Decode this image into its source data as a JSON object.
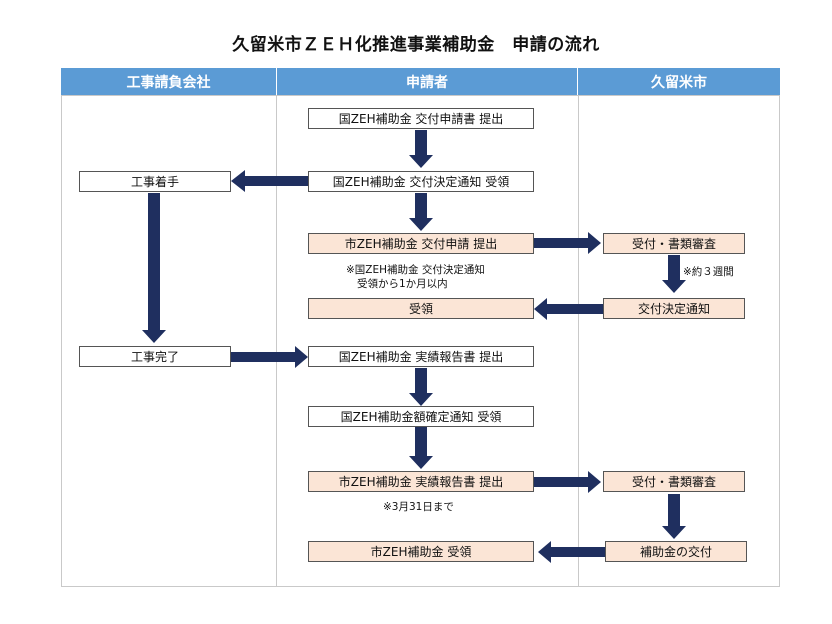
{
  "title": "久留米市ＺＥＨ化推進事業補助金　申請の流れ",
  "columns": {
    "contractor": "工事請負会社",
    "applicant": "申請者",
    "city": "久留米市"
  },
  "boxes": {
    "national_app": "国ZEH補助金 交付申請書 提出",
    "national_decision": "国ZEH補助金 交付決定通知 受領",
    "construction_start": "工事着手",
    "city_app": "市ZEH補助金 交付申請 提出",
    "city_review1": "受付・書類審査",
    "receive": "受領",
    "city_decision_notice": "交付決定通知",
    "construction_done": "工事完了",
    "national_report": "国ZEH補助金 実績報告書 提出",
    "national_amount": "国ZEH補助金額確定通知 受領",
    "city_report": "市ZEH補助金 実績報告書 提出",
    "city_review2": "受付・書類審査",
    "city_receive": "市ZEH補助金 受領",
    "grant_payment": "補助金の交付"
  },
  "notes": {
    "deadline_line1": "※国ZEH補助金 交付決定通知",
    "deadline_line2": "受領から1か月以内",
    "review_period": "※約３週間",
    "report_deadline": "※3月31日まで"
  },
  "colors": {
    "header": "#5b9bd5",
    "arrow": "#1f2f5f",
    "peach_box": "#fbe5d6"
  }
}
